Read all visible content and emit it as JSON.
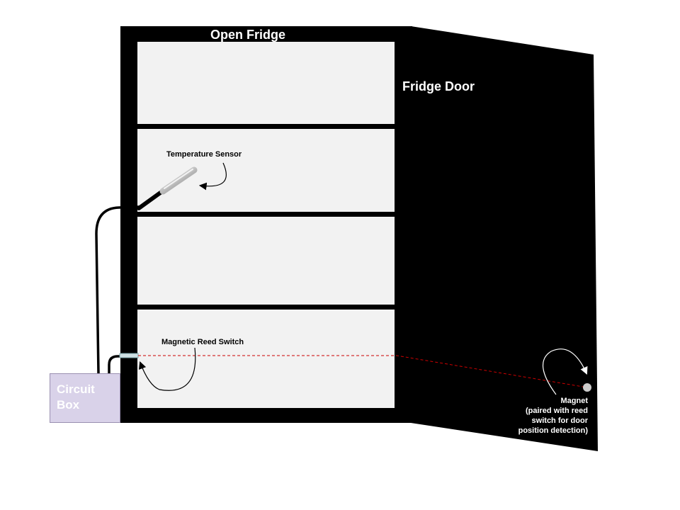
{
  "labels": {
    "fridge": "Open Fridge",
    "door": "Fridge Door",
    "temperature_sensor": "Temperature Sensor",
    "reed_switch": "Magnetic Reed Switch",
    "magnet": "Magnet\n(paired with reed\nswitch for door\nposition detection)",
    "circuit_box": "Circuit\nBox"
  },
  "colors": {
    "fridge_body": "#000000",
    "shelf": "#f2f2f2",
    "circuit_box": "#d9d2e9",
    "alignment_line": "#cc0000",
    "magnet": "#cccccc"
  }
}
